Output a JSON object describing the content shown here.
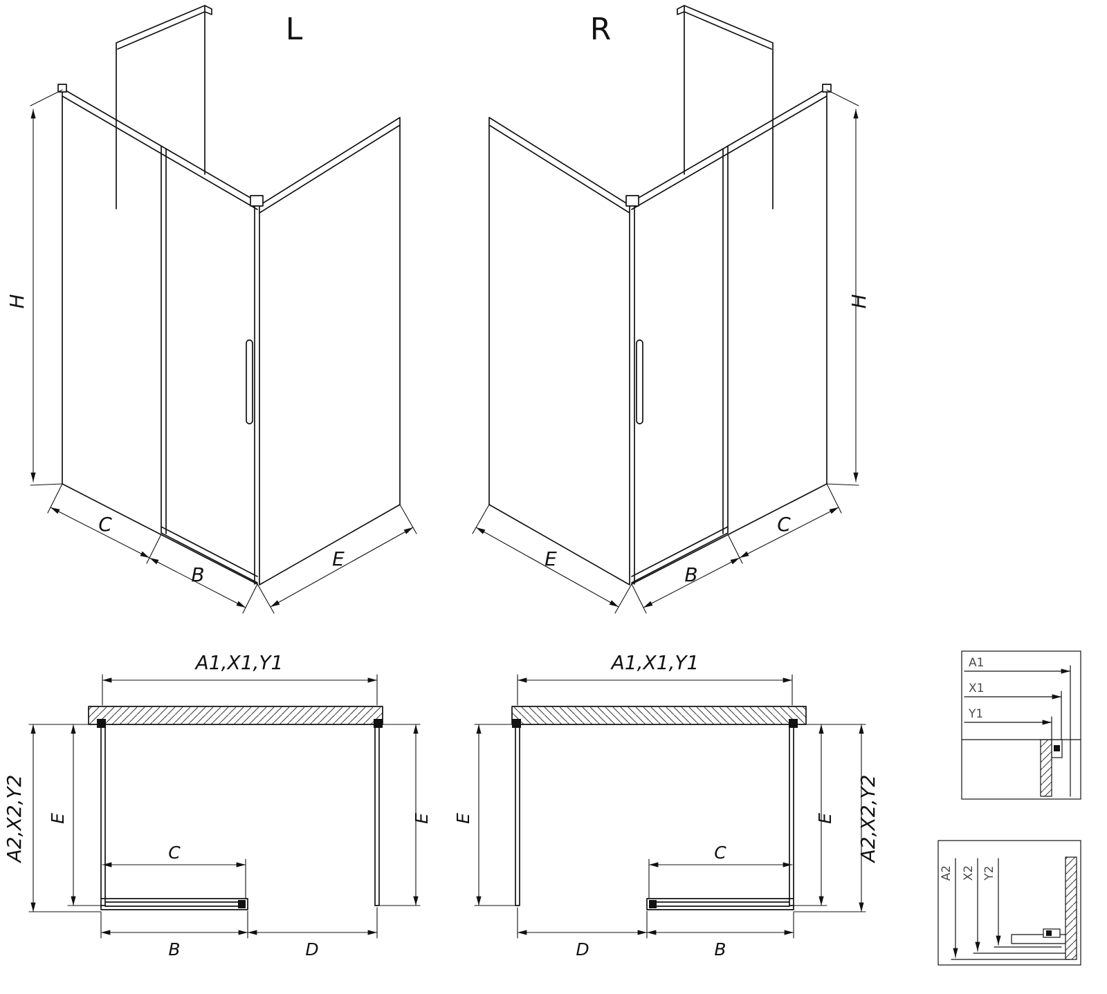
{
  "drawing": {
    "background_color": "#ffffff",
    "line_color": "#111111",
    "detail_text_color": "#4a4a4a",
    "iso_left": {
      "title": "L",
      "h": "H",
      "c": "C",
      "b": "B",
      "e": "E"
    },
    "iso_right": {
      "title": "R",
      "h": "H",
      "c": "C",
      "b": "B",
      "e": "E"
    },
    "plan_left": {
      "top": "A1,X1,Y1",
      "side": "A2,X2,Y2",
      "e_left": "E",
      "e_right": "E",
      "c": "C",
      "b": "B",
      "d": "D"
    },
    "plan_right": {
      "top": "A1,X1,Y1",
      "side": "A2,X2,Y2",
      "e_left": "E",
      "e_right": "E",
      "c": "C",
      "b": "B",
      "d": "D"
    },
    "detail_top": {
      "a1": "A1",
      "x1": "X1",
      "y1": "Y1"
    },
    "detail_bottom": {
      "a2": "A2",
      "x2": "X2",
      "y2": "Y2"
    }
  }
}
